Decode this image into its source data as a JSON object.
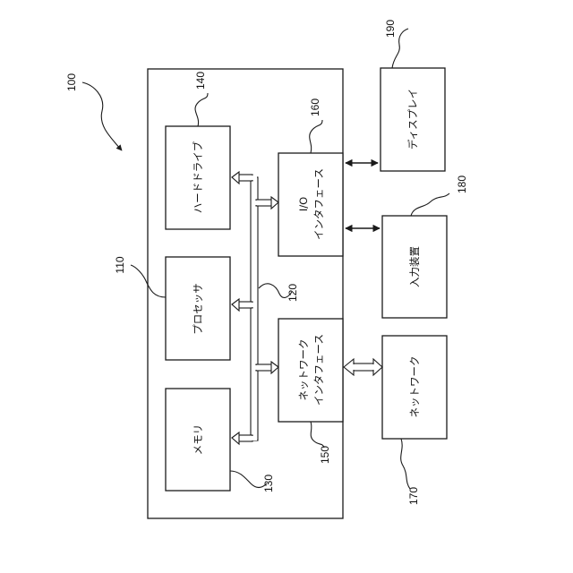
{
  "figure": {
    "system_ref": "100",
    "blocks": {
      "hard_drive": {
        "label": "ハードドライブ",
        "ref": "140"
      },
      "processor": {
        "label": "プロセッサ",
        "ref": "110"
      },
      "memory": {
        "label": "メモリ",
        "ref": "130"
      },
      "io_interface": {
        "label_line1": "I/O",
        "label_line2": "インタフェース",
        "ref": "160"
      },
      "network_interface": {
        "label_line1": "ネットワーク",
        "label_line2": "インタフェース",
        "ref": "150"
      },
      "display": {
        "label": "ディスプレイ",
        "ref": "190"
      },
      "input_device": {
        "label": "入力装置",
        "ref": "180"
      },
      "network": {
        "label": "ネットワーク",
        "ref": "170"
      }
    },
    "bus_ref": "120"
  }
}
